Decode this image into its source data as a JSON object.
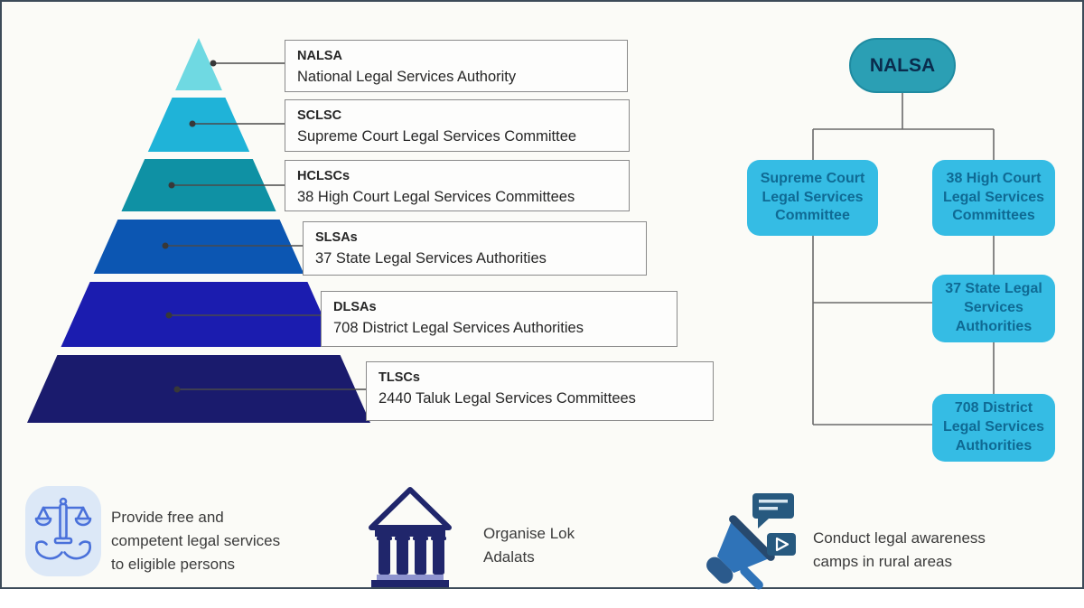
{
  "pyramid": {
    "levels": [
      {
        "abbr": "NALSA",
        "label": "National Legal Services Authority",
        "color": "#6fd9e2"
      },
      {
        "abbr": "SCLSC",
        "label": "Supreme Court Legal Services Committee",
        "color": "#1fb3d8"
      },
      {
        "abbr": "HCLSCs",
        "label": "38 High Court Legal Services Committees",
        "color": "#0f91a4"
      },
      {
        "abbr": "SLSAs",
        "label": "37 State Legal Services Authorities",
        "color": "#0c56b2"
      },
      {
        "abbr": "DLSAs",
        "label": "708 District Legal Services Authorities",
        "color": "#1b1caf"
      },
      {
        "abbr": "TLSCs",
        "label": "2440 Taluk Legal Services Committees",
        "color": "#1a1b6d"
      }
    ]
  },
  "org_chart": {
    "root": {
      "label": "NALSA",
      "color": "#2b9fb4"
    },
    "children": [
      {
        "label": "Supreme Court Legal Services Committee"
      },
      {
        "label": "38 High Court Legal Services Committees"
      },
      {
        "label": "37 State Legal Services Authorities"
      },
      {
        "label": "708 District Legal Services Authorities"
      }
    ],
    "box_color": "#35bce4",
    "text_color": "#0f6a94"
  },
  "functions": [
    {
      "icon": "scales-of-justice-icon",
      "text": "Provide free and competent legal services to eligible persons"
    },
    {
      "icon": "courthouse-icon",
      "text": "Organise Lok Adalats"
    },
    {
      "icon": "megaphone-icon",
      "text": "Conduct legal awareness camps in rural areas"
    }
  ]
}
